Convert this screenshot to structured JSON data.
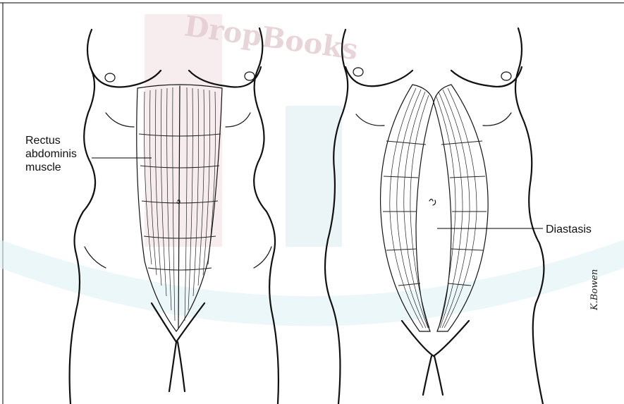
{
  "labels": {
    "rectus": "Rectus\nabdominis\nmuscle",
    "diastasis": "Diastasis"
  },
  "watermark": {
    "text": "DropBooks",
    "color": "#d9b8bf",
    "accent": "#bfe3e8"
  },
  "signature": "K.Bowen",
  "colors": {
    "ink": "#111111",
    "background": "#ffffff"
  }
}
